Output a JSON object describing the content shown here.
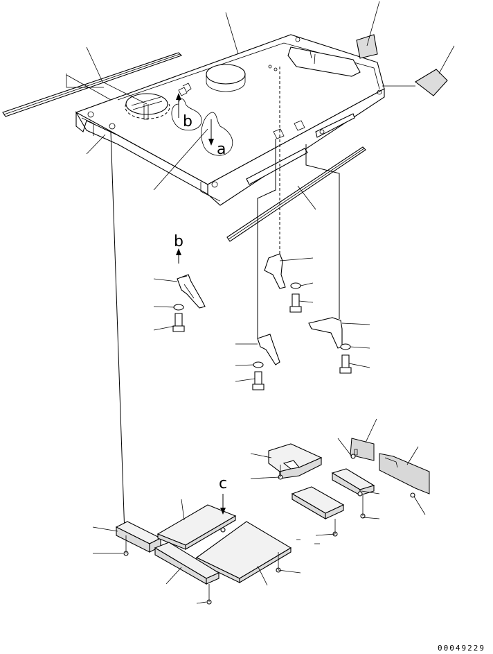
{
  "callouts": {
    "a": "a",
    "b": "b",
    "c": "c"
  },
  "drawing_number": "00049229"
}
